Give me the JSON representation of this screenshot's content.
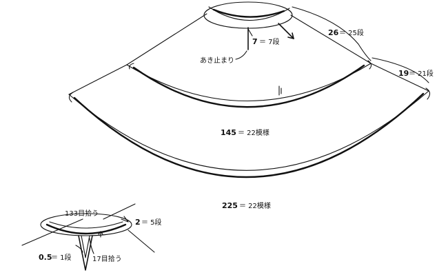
{
  "main_diagram": {
    "opening_height": {
      "value": "7",
      "rows": "＝ 7段"
    },
    "opening_label": "あき止まり",
    "side_top": {
      "value": "26",
      "rows": "＝ 25段"
    },
    "side_bottom": {
      "value": "19",
      "rows": "＝ 21段"
    },
    "mid_width": {
      "value": "145",
      "pattern": "＝ 22模様"
    },
    "bottom_width": {
      "value": "225",
      "pattern": "＝ 22模様"
    }
  },
  "detail_diagram": {
    "pickup_top": "133目拾う",
    "band_height": {
      "value": "2",
      "rows": "＝ 5段"
    },
    "small_rows": {
      "value": "0.5",
      "rows": "＝ 1段"
    },
    "pickup_side": "17目拾う"
  }
}
